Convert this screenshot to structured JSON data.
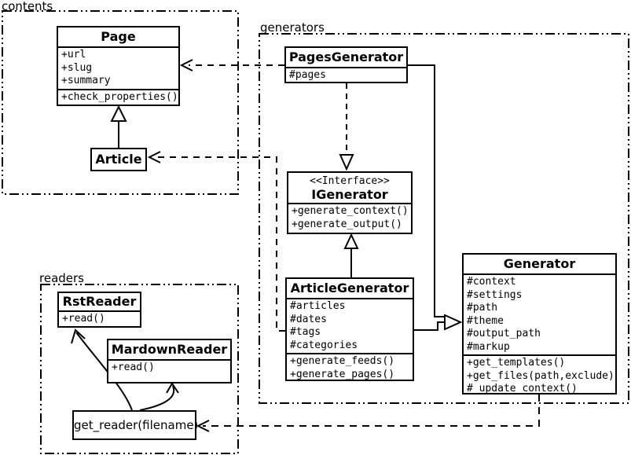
{
  "packages": {
    "contents": {
      "label": "contents"
    },
    "generators": {
      "label": "generators"
    },
    "readers": {
      "label": "readers"
    }
  },
  "classes": {
    "page": {
      "title": "Page",
      "attrs": [
        "+url",
        "+slug",
        "+summary"
      ],
      "methods": [
        "+check_properties()"
      ]
    },
    "article": {
      "title": "Article"
    },
    "pages_generator": {
      "title": "PagesGenerator",
      "attrs": [
        "#pages"
      ]
    },
    "igenerator": {
      "stereotype": "<<Interface>>",
      "title": "IGenerator",
      "methods": [
        "+generate_context()",
        "+generate_output()"
      ]
    },
    "article_generator": {
      "title": "ArticleGenerator",
      "attrs": [
        "#articles",
        "#dates",
        "#tags",
        "#categories"
      ],
      "methods": [
        "+generate_feeds()",
        "+generate_pages()"
      ]
    },
    "generator": {
      "title": "Generator",
      "attrs": [
        "#context",
        "#settings",
        "#path",
        "#theme",
        "#output_path",
        "#markup"
      ],
      "methods": [
        "+get_templates()",
        "+get_files(path,exclude)",
        "#_update_context()"
      ]
    },
    "rst_reader": {
      "title": "RstReader",
      "methods": [
        "+read()"
      ]
    },
    "mardown_reader": {
      "title": "MardownReader",
      "methods": [
        "+read()"
      ]
    },
    "get_reader": {
      "label": "get_reader(filename)"
    }
  },
  "colors": {
    "line": "#000000",
    "background": "#ffffff"
  }
}
